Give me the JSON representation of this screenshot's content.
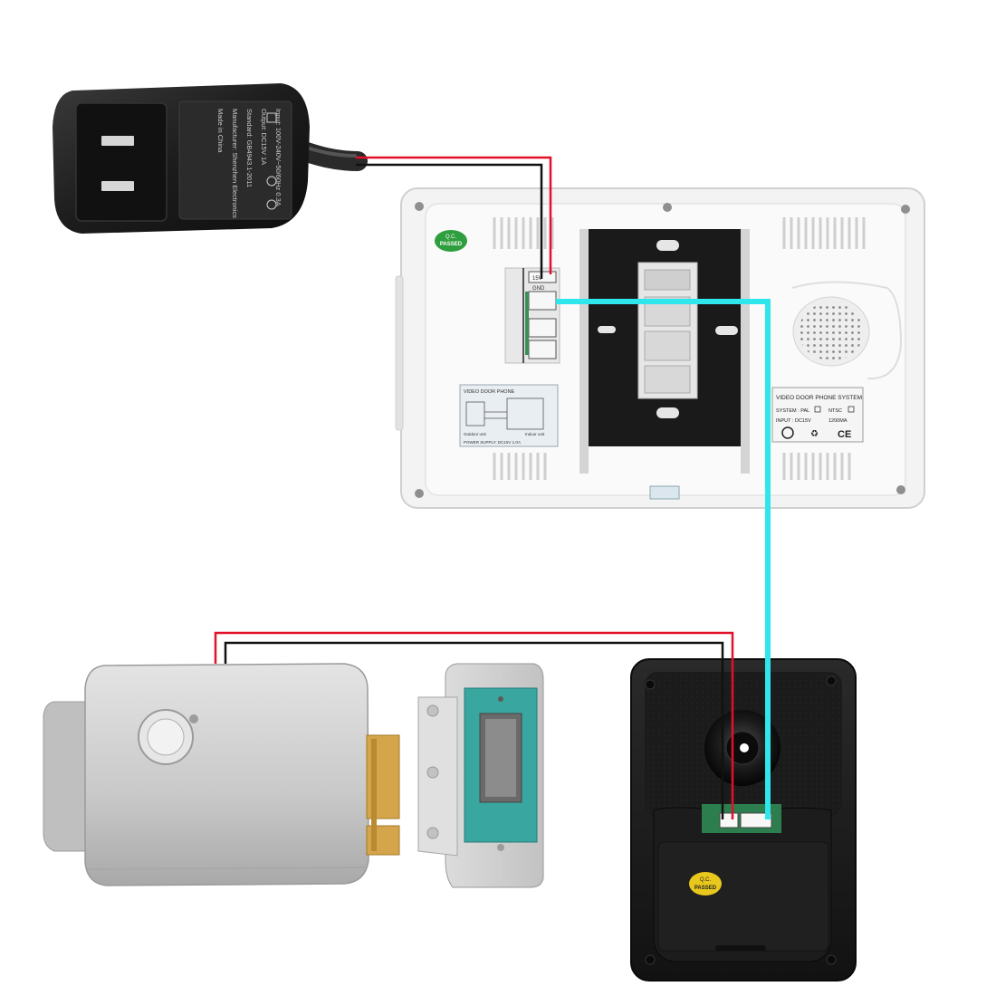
{
  "adapter": {
    "label_lines": [
      "Input: 100V-240V~50/60Hz 0.3A",
      "Output: DC15V 1A",
      "Standard: GB4943.1-2011",
      "Manufacturer: Shenzhen Electronics",
      "Made in China"
    ]
  },
  "monitor": {
    "qc_sticker": [
      "Q.C.",
      "PASSED"
    ],
    "port_labels": [
      "15V",
      "GND"
    ],
    "diagram_label": {
      "title": "VIDEO DOOR PHONE",
      "outdoor": "Outdoor unit",
      "indoor": "Indoor unit",
      "power": "POWER SUPPLY: DC15V 1.0A"
    },
    "spec_label": {
      "title": "VIDEO DOOR PHONE SYSTEM",
      "system_text": "SYSTEM : PAL",
      "ntsc_text": "NTSC",
      "input_text": "INPUT : DC15V",
      "power_text": "1200MA",
      "ce_mark": "CE"
    }
  },
  "doorbell": {
    "qc_sticker": [
      "Q.C.",
      "PASSED"
    ]
  },
  "colors": {
    "wire_red": "#e3102a",
    "wire_black": "#111111",
    "wire_cyan": "#2ee6ec",
    "adapter_body": "#1c1c1c",
    "monitor_body": "#f2f2f2",
    "lock_body": "#c9c9c9",
    "strike_green": "#3aa6a0",
    "doorbell_body": "#1a1a1a",
    "qc_green": "#2e9e3e",
    "qc_yellow": "#e8c81d"
  }
}
